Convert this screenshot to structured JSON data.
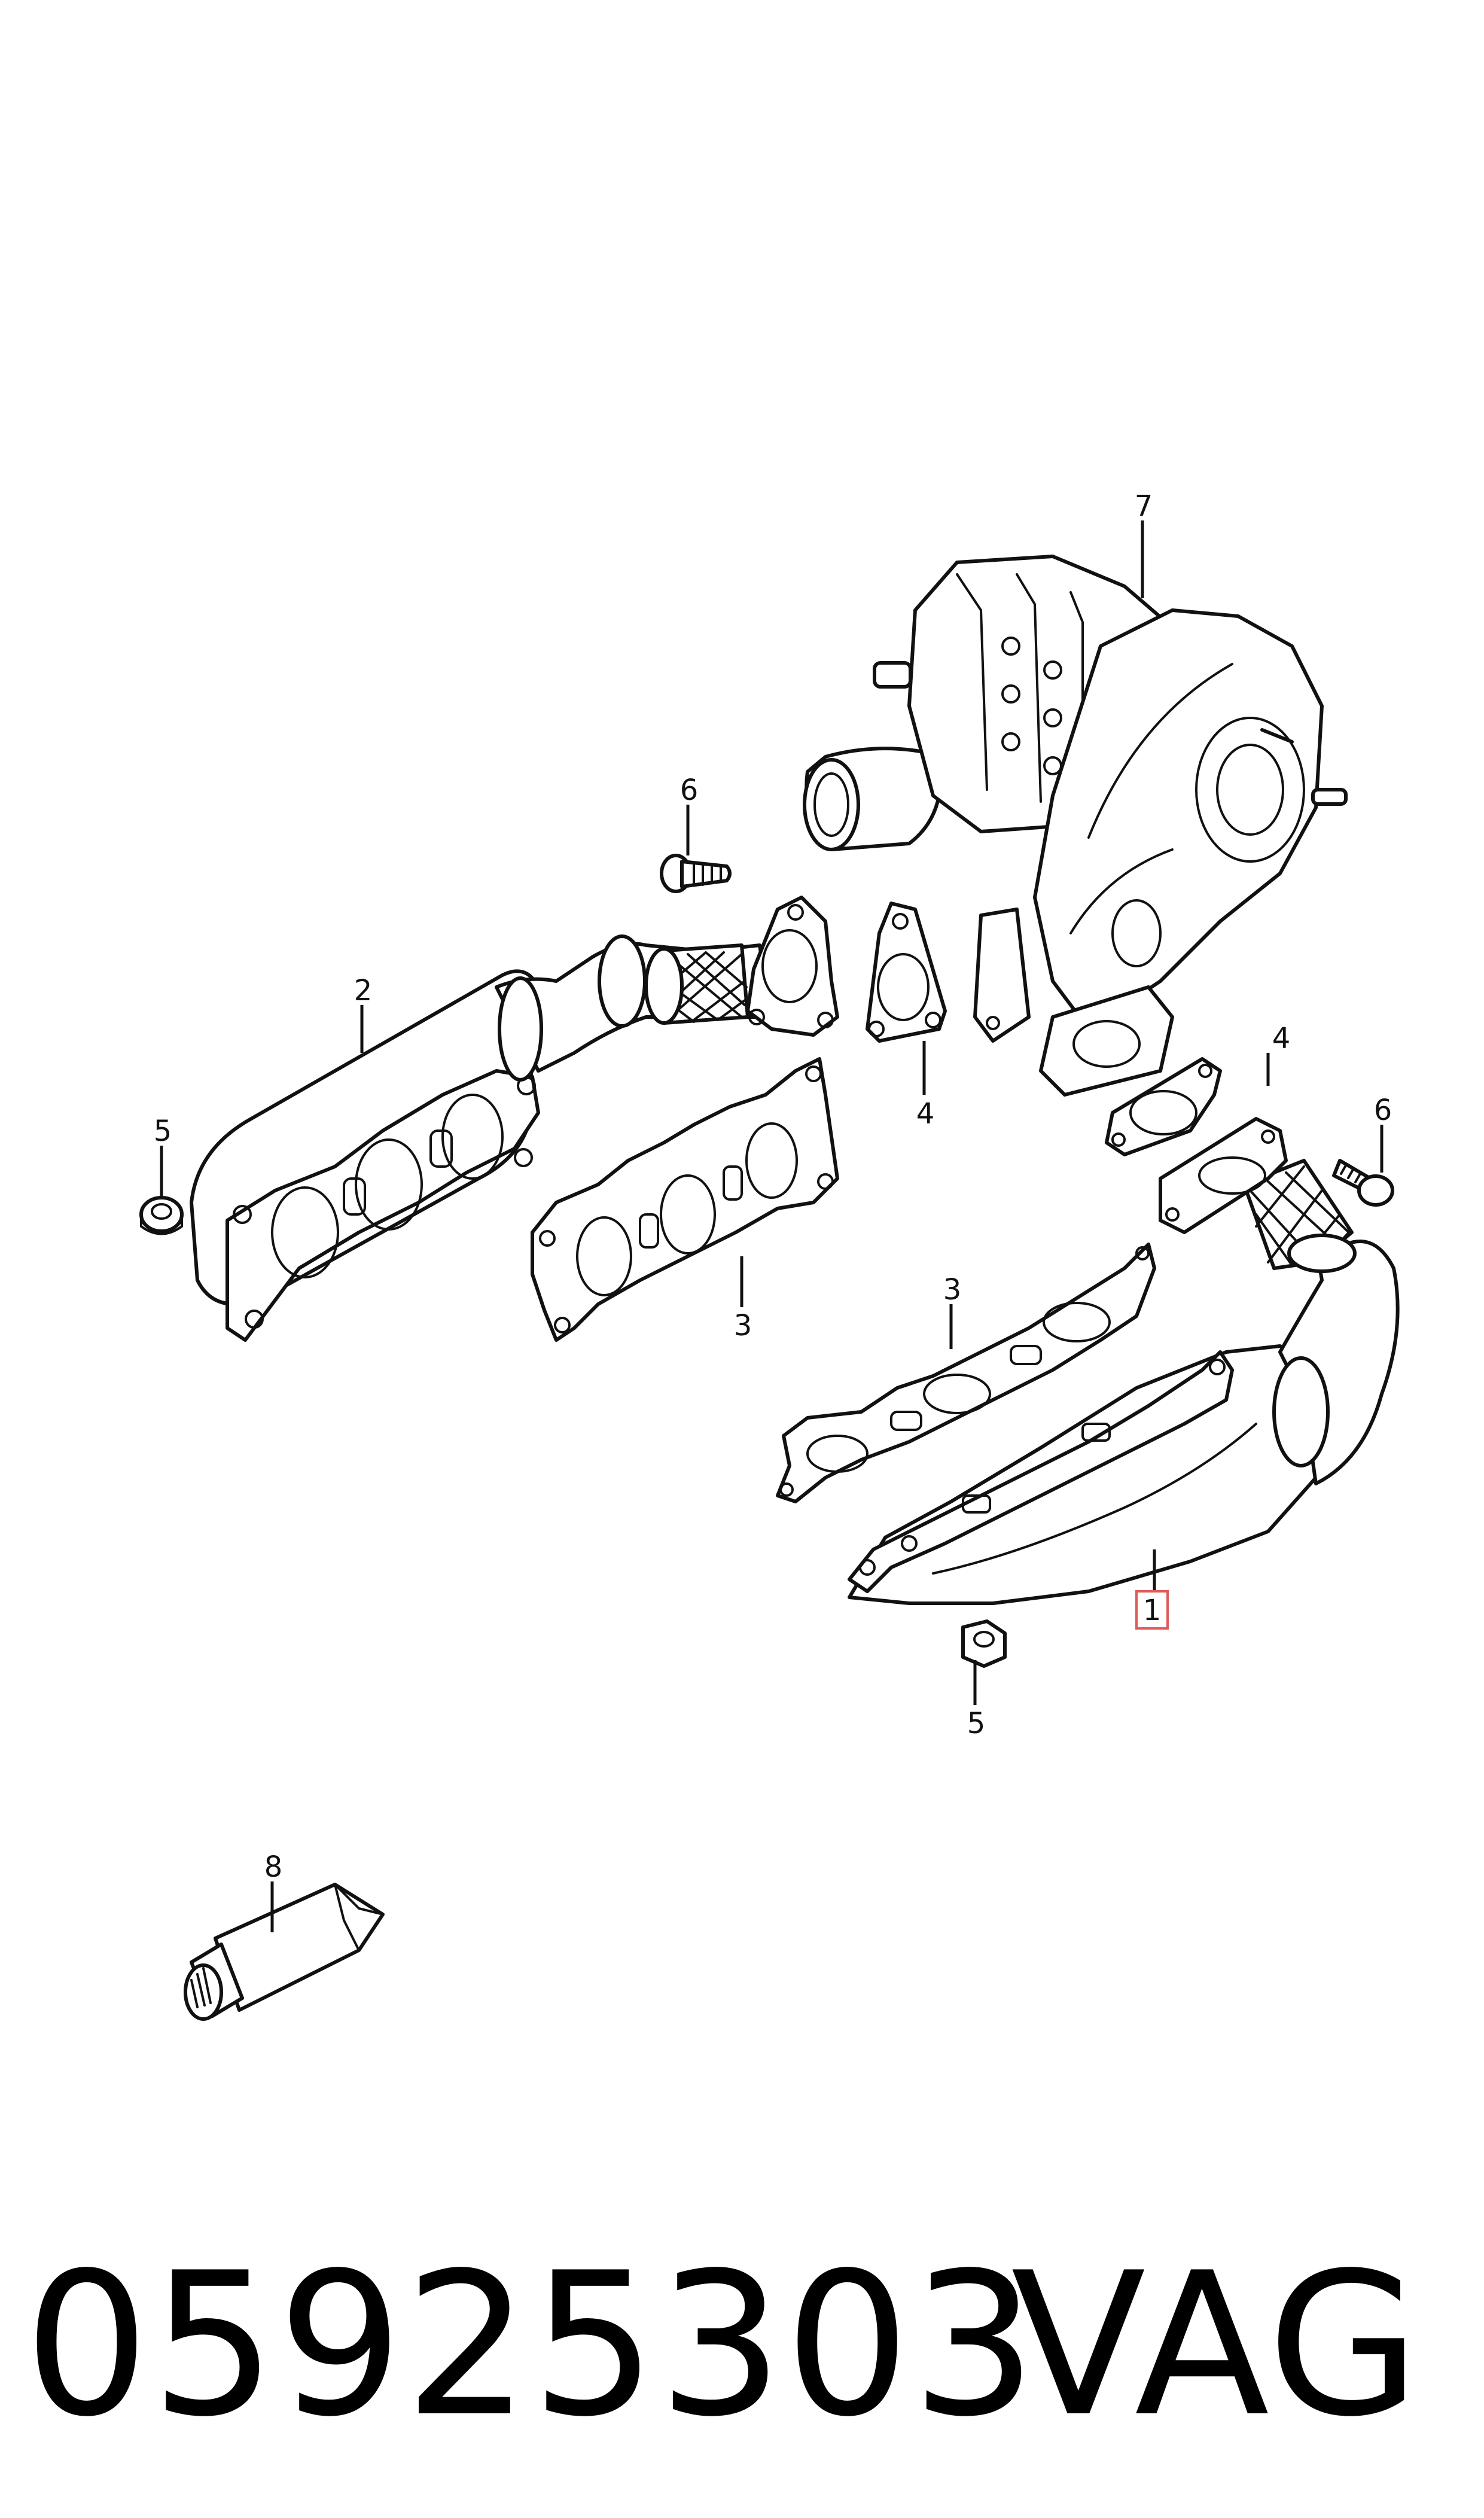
{
  "callouts": {
    "c7": "7",
    "c6a": "6",
    "c2": "2",
    "c5a": "5",
    "c3a": "3",
    "c4a": "4",
    "c4b": "4",
    "c6b": "6",
    "c3b": "3",
    "c1": "1",
    "c5b": "5",
    "c8": "8"
  },
  "footer": {
    "part_number": "05925303",
    "brand": "VAG"
  },
  "colors": {
    "line": "#111111",
    "highlight": "#e05a5a"
  }
}
